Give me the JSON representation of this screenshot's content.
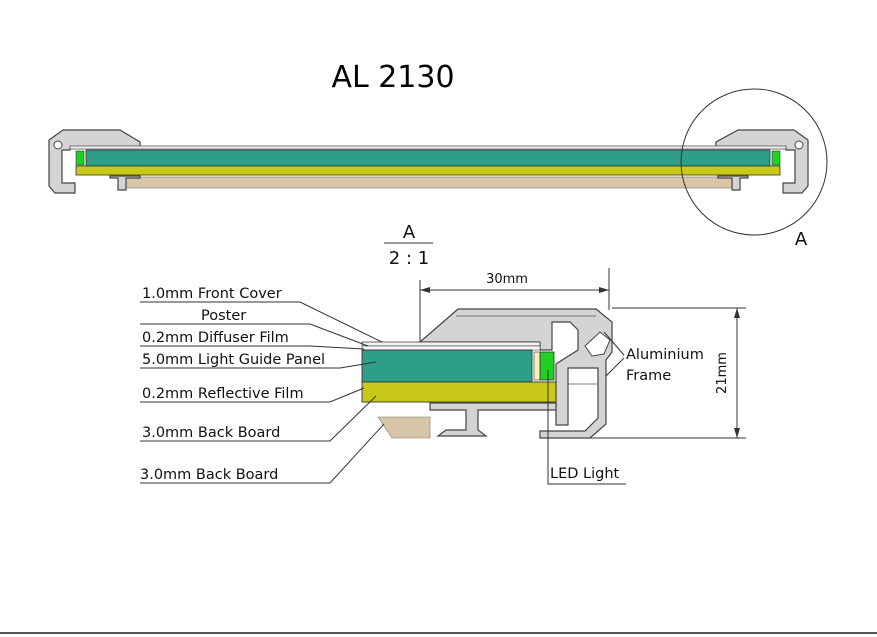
{
  "title": "AL 2130",
  "detail_marker": "A",
  "scale": {
    "letter": "A",
    "ratio": "2 : 1"
  },
  "dimensions": {
    "width": "30mm",
    "height": "21mm"
  },
  "layers": [
    "1.0mm Front Cover",
    "Poster",
    "0.2mm Diffuser Film",
    "5.0mm Light Guide Panel",
    "0.2mm Reflective Film",
    "3.0mm Back Board",
    "3.0mm Back Board"
  ],
  "frame_label": {
    "line1": "Aluminium",
    "line2": "Frame"
  },
  "led_label": "LED Light",
  "colors": {
    "light_guide": "#2e9e86",
    "reflective": "#c9c91a",
    "back_board": "#d8c6a8",
    "led": "#22d022",
    "frame": "#d4d4d4"
  }
}
